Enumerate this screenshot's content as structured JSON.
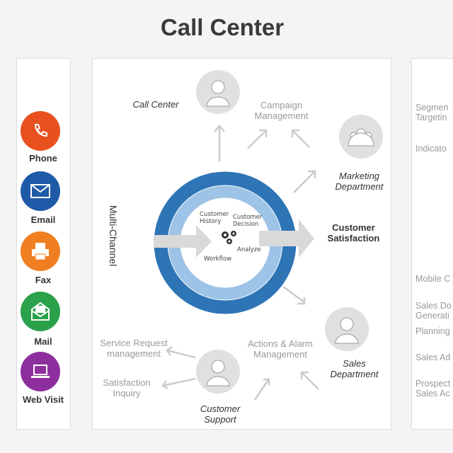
{
  "title": "Call Center",
  "channels": [
    {
      "label": "Phone",
      "icon": "phone-icon",
      "color": "#e8501e"
    },
    {
      "label": "Email",
      "icon": "envelope-icon",
      "color": "#1e5aa8"
    },
    {
      "label": "Fax",
      "icon": "fax-icon",
      "color": "#f07f22"
    },
    {
      "label": "Mail",
      "icon": "mail-icon",
      "color": "#2aa14a"
    },
    {
      "label": "Web Visit",
      "icon": "laptop-icon",
      "color": "#8e2f9e"
    }
  ],
  "multi_channel": "Multi-Channel",
  "center": {
    "customer_history": "Customer History",
    "customer_decision": "Customer Decision",
    "analyze": "Analyze",
    "workflow": "Workflow",
    "outer_color": "#2e75b6",
    "inner_color": "#9dc3e6"
  },
  "output": "Customer Satisfaction",
  "nodes": {
    "call_center": "Call Center",
    "campaign": "Campaign Management",
    "marketing": "Marketing Department",
    "sales": "Sales Department",
    "actions": "Actions & Alarm Management",
    "support": "Customer Support",
    "service_request": "Service Request management",
    "satisfaction": "Satisfaction Inquiry"
  },
  "right_panel": [
    "Segmen Targetin",
    "Indicato",
    "Mobile C",
    "Sales Do Generati",
    "Planning",
    "Sales Ad",
    "Prospect Sales Ac"
  ]
}
